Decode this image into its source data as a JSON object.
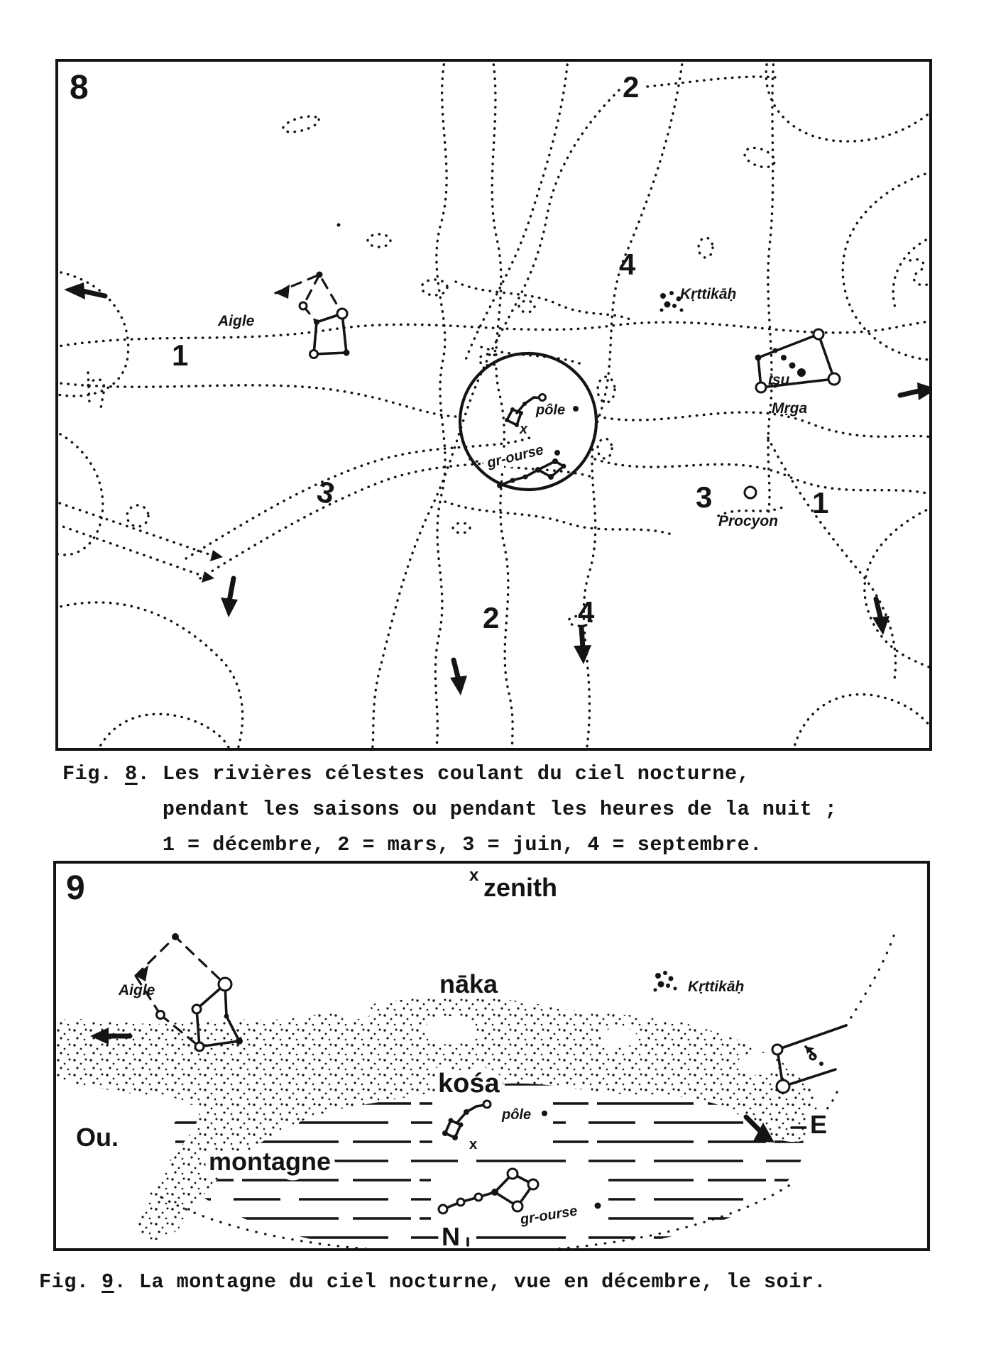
{
  "page": {
    "ink": "#141414",
    "paper": "#ffffff"
  },
  "figure8": {
    "number": "8",
    "river_labels": {
      "top_2": "2",
      "upper_4": "4",
      "left_1": "1",
      "center_3": "3",
      "right_3": "3",
      "right_1": "1",
      "bottom_2": "2",
      "bottom_4": "4"
    },
    "star_labels": {
      "aigle": "Aigle",
      "krttikah": "Kṛttikāḥ",
      "isu": "işu",
      "mrga": "Mṛga",
      "pole": "pôle",
      "pole_mark": "x",
      "grande_ourse": "gr-ourse",
      "procyon": "Procyon"
    },
    "caption": {
      "prefix": "Fig. ",
      "number": "8",
      "sep": ". ",
      "line1": "Les rivières célestes coulant du ciel nocturne,",
      "line2": "pendant les saisons ou pendant les heures de la nuit ;",
      "line3": "1 = décembre, 2 = mars, 3 = juin, 4 = septembre."
    }
  },
  "figure9": {
    "number": "9",
    "sky_labels": {
      "zenith_mark": "x",
      "zenith": "zenith",
      "naka": "nāka",
      "kosa": "kośa",
      "montagne": "montagne",
      "west": "Ou.",
      "east": "E",
      "north": "N",
      "aigle": "Aigle",
      "krttikah": "Kṛttikāḥ",
      "pole": "pôle",
      "pole_mark": "x",
      "grande_ourse": "gr-ourse"
    },
    "caption": {
      "prefix": "Fig. ",
      "number": "9",
      "sep": ". ",
      "text": "La montagne du ciel nocturne, vue en décembre, le soir."
    }
  }
}
